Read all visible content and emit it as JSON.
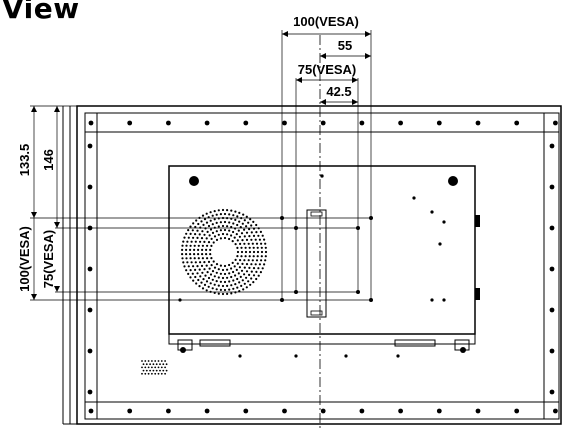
{
  "diagram": {
    "title": "View",
    "dimensions": {
      "top_outer": "100(VESA)",
      "top_55": "55",
      "top_inner": "75(VESA)",
      "top_42": "42.5",
      "left_133": "133.5",
      "left_146": "146",
      "left_outer": "100(VESA)",
      "left_inner": "75(VESA)"
    }
  }
}
